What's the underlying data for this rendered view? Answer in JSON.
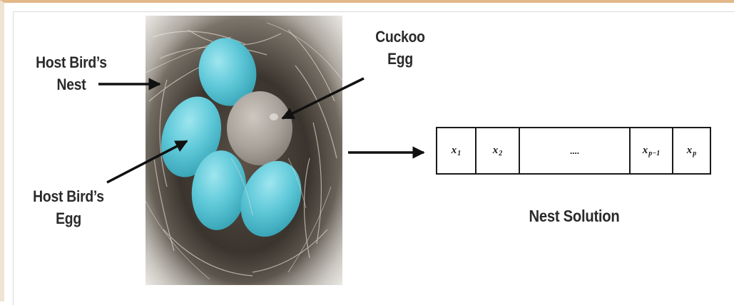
{
  "labels": {
    "host_nest_line1": "Host Bird’s",
    "host_nest_line2": "Nest",
    "cuckoo_line1": "Cuckoo",
    "cuckoo_line2": "Egg",
    "host_egg_line1": "Host Bird’s",
    "host_egg_line2": "Egg",
    "nest_solution": "Nest Solution"
  },
  "nest_array": {
    "cells": [
      {
        "base": "x",
        "sub": "1"
      },
      {
        "base": "x",
        "sub": "2"
      },
      {
        "base": "....",
        "sub": ""
      },
      {
        "base": "x",
        "sub": "p−1"
      },
      {
        "base": "x",
        "sub": "p"
      }
    ]
  },
  "colors": {
    "host_egg": "#5ec8d8",
    "cuckoo_egg": "#a9a29b",
    "nest_dark": "#2e2a26",
    "nest_straw": "#cfc6b8",
    "frame_accent": "#e3b98a"
  }
}
